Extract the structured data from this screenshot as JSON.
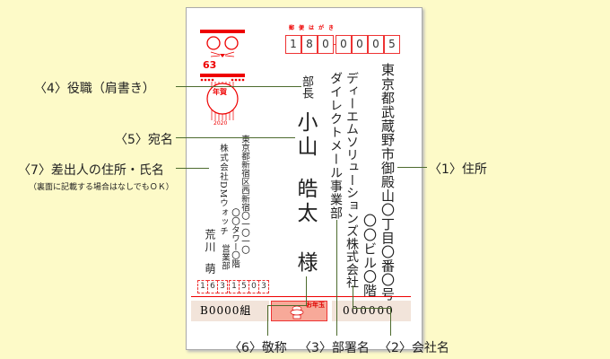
{
  "card": {
    "postcard_label": "郵便はがき",
    "postal_code": [
      "1",
      "8",
      "0",
      "0",
      "0",
      "0",
      "5"
    ],
    "stamp": {
      "value": "63",
      "nenga": "年賀",
      "year": "2020"
    },
    "recipient": {
      "address1": "東京都武蔵野市御殿山〇丁目〇番〇号",
      "address2": "〇〇ビル〇階",
      "company": "ディーエムソリューションズ株式会社",
      "department": "ダイレクトメール事業部",
      "title": "部長",
      "surname": "小山",
      "given_name": "皓太",
      "honorific": "様"
    },
    "sender": {
      "address1": "東京都新宿区西新宿〇一〇一〇",
      "address2": "〇〇タワー〇階",
      "company": "株式会社DMウォッチ",
      "department": "営業部",
      "surname": "荒川",
      "given_name": "萌",
      "postal_code": [
        "1",
        "6",
        "3",
        "1",
        "5",
        "0",
        "3"
      ]
    },
    "lottery": {
      "group": "B0000組",
      "label": "お年玉",
      "number": "000000"
    }
  },
  "labels": {
    "address": "〈1〉住所",
    "company": "〈2〉会社名",
    "department": "〈3〉部署名",
    "title": "〈4〉役職（肩書き）",
    "name": "〈5〉宛名",
    "honorific": "〈6〉敬称",
    "sender": "〈7〉差出人の住所・氏名",
    "sender_note": "（裏面に記載する場合はなしでもＯＫ）"
  }
}
